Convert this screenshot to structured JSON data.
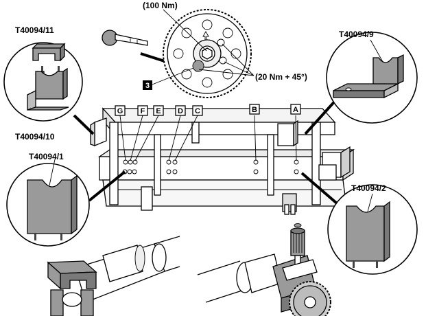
{
  "labels": {
    "torque_main": "(100 Nm)",
    "torque_bolts": "(20 Nm + 45°)",
    "callout_3": "3",
    "tool_11": "T40094/11",
    "tool_10": "T40094/10",
    "tool_9": "T40094/9",
    "tool_1": "T40094/1",
    "tool_2": "T40094/2"
  },
  "position_letters": [
    "G",
    "F",
    "E",
    "D",
    "C",
    "B",
    "A"
  ],
  "colors": {
    "line": "#000000",
    "fill_light": "#f2f2f2",
    "fill_mid": "#d9d9d9",
    "fill_dark": "#9a9a9a",
    "callout_bg": "#000000",
    "callout_text": "#ffffff"
  }
}
